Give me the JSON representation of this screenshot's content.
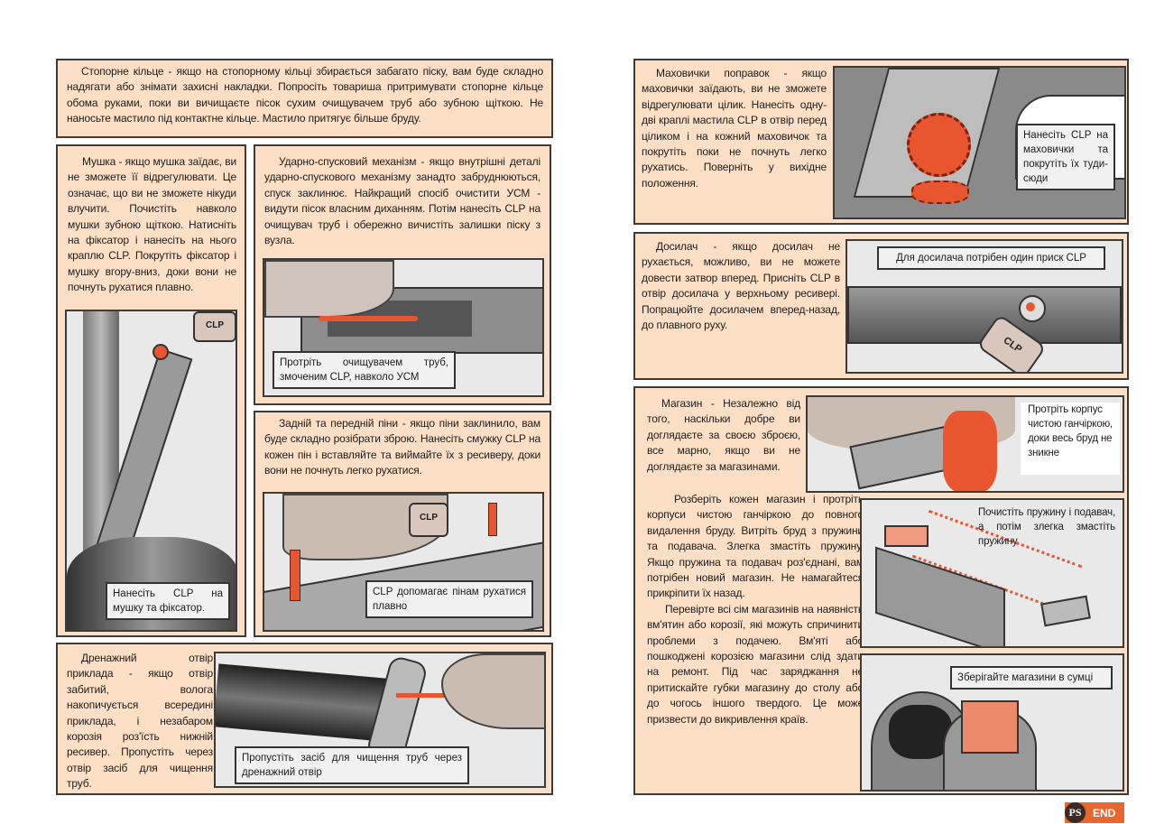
{
  "left_page": {
    "retaining_ring": {
      "text": "Стопорне кільце - якщо на стопорному кільці збирається забагато піску, вам буде складно надягати або знімати захисні накладки. Попросіть товариша притримувати стопорне кільце обома руками, поки ви вичищаєте пісок сухим очищувачем труб або зубною щіткою. Не наносьте мастило під контактне кільце. Мастило притягує більше бруду."
    },
    "front_sight": {
      "text": "Мушка - якщо мушка заїдає, ви не зможете її відрегулювати. Це означає, що ви не зможете нікуди влучити. Почистіть навколо мушки зубною щіткою. Натисніть на фіксатор і нанесіть на нього краплю CLP. Покрутіть фіксатор і мушку вгору-вниз, доки вони не почнуть рухатися плавно.",
      "caption": "Нанесіть CLP на мушку та фіксатор.",
      "bottle_label": "CLP"
    },
    "trigger": {
      "text": "Ударно-спусковий механізм - якщо внутрішні деталі ударно-спускового механізму занадто забруднюються, спуск заклинює. Найкращий спосіб очистити УСМ - видути пісок власним диханням. Потім нанесіть CLP на очищувач труб і обережно вичистіть залишки піску з вузла.",
      "caption": "Протріть очищувачем труб, змоченим CLP, навколо УСМ"
    },
    "pins": {
      "text": "Задній та передній піни - якщо піни заклинило, вам буде складно розібрати зброю. Нанесіть смужку CLP на кожен пін і вставляйте та виймайте їх з ресиверу, доки вони не почнуть легко рухатися.",
      "caption": "CLP допомагає пінам рухатися плавно",
      "bottle_label": "CLP"
    },
    "drain_hole": {
      "text": "Дренажний отвір приклада - якщо отвір забитий, волога накопичується всередині приклада, і незабаром корозія роз'їсть нижній ресивер. Пропустіть через отвір засіб для чищення труб.",
      "caption": "Пропустіть засіб для чищення труб через дренажний отвір"
    }
  },
  "right_page": {
    "sight_knobs": {
      "text": "Маховички поправок - якщо маховички заїдають, ви не зможете відрегулювати цілик. Нанесіть одну-дві краплі мастила CLP в отвір перед цiликом і на кожний маховичок та покрутіть поки не почнуть легко рухатись. Поверніть у вихідне положення.",
      "caption": "Нанесіть CLP на маховички та покрутіть їх туди-сюди"
    },
    "forward_assist": {
      "text": "Досилач - якщо досилач не рухається, можливо, ви не можете довести затвор вперед. Присніть CLP в отвір досилача у верхньому ресивері. Попрацюйте досилачем вперед-назад, до плавного руху.",
      "caption": "Для досилача потрібен один приск CLP",
      "bottle_label": "CLP"
    },
    "magazine": {
      "paragraphs": [
        "Магазин - Незалежно від того, наскільки добре ви доглядаєте за своєю зброєю, все марно, якщо ви не доглядаєте за магазинами.",
        "Розберіть кожен магазин і протріть корпуси чистою ганчіркою до повного видалення бруду. Витріть бруд з пружини та подавача. Злегка змастіть пружину. Якщо пружина та подавач роз'єднані, вам потрібен новий магазин. Не намагайтеся прикріпити їх назад.",
        "Перевірте всі сім магазинів на наявність вм'ятин або корозії, які можуть спричинити проблеми з подачею. Вм'яті або пошкоджені корозією магазини слід здати на ремонт. Під час заряджання не притискайте губки магазину до столу або до чогось іншого твердого. Це може призвести до викривлення країв."
      ],
      "caption_wipe": "Протріть корпус чистою ганчіркою, доки весь бруд не зникне",
      "caption_spring": "Почистіть пружину і подавач, а потім злегка змастіть пружину",
      "caption_pouch": "Зберігайте магазини в сумці"
    }
  },
  "footer": {
    "logo": "PS",
    "end_label": "END"
  },
  "colors": {
    "panel": "#fcdfc4",
    "border": "#3b3b3b",
    "accent": "#e8552f",
    "image_bg": "#e9e9ea"
  }
}
